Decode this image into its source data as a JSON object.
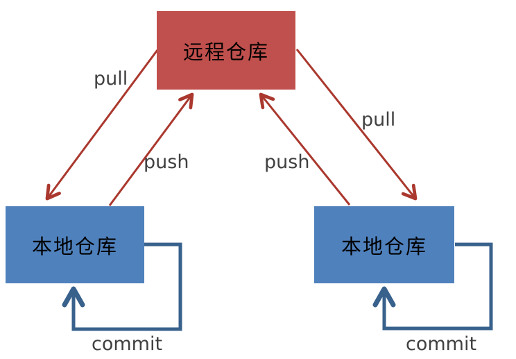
{
  "diagram": {
    "nodes": {
      "remote": {
        "label": "远程仓库"
      },
      "local_left": {
        "label": "本地仓库"
      },
      "local_right": {
        "label": "本地仓库"
      }
    },
    "edges": {
      "pull_left": {
        "label": "pull",
        "from": "remote",
        "to": "local_left"
      },
      "push_left": {
        "label": "push",
        "from": "local_left",
        "to": "remote"
      },
      "push_right": {
        "label": "push",
        "from": "local_right",
        "to": "remote"
      },
      "pull_right": {
        "label": "pull",
        "from": "remote",
        "to": "local_right"
      },
      "commit_left": {
        "label": "commit",
        "from": "local_left",
        "to": "local_left"
      },
      "commit_right": {
        "label": "commit",
        "from": "local_right",
        "to": "local_right"
      }
    },
    "colors": {
      "remote_fill": "#c0504d",
      "local_fill": "#4f81bd",
      "arrow_red": "#aa382e",
      "arrow_blue": "#38618c",
      "label_text": "#404040",
      "node_text": "#000000",
      "canvas_bg": "#ffffff"
    }
  }
}
